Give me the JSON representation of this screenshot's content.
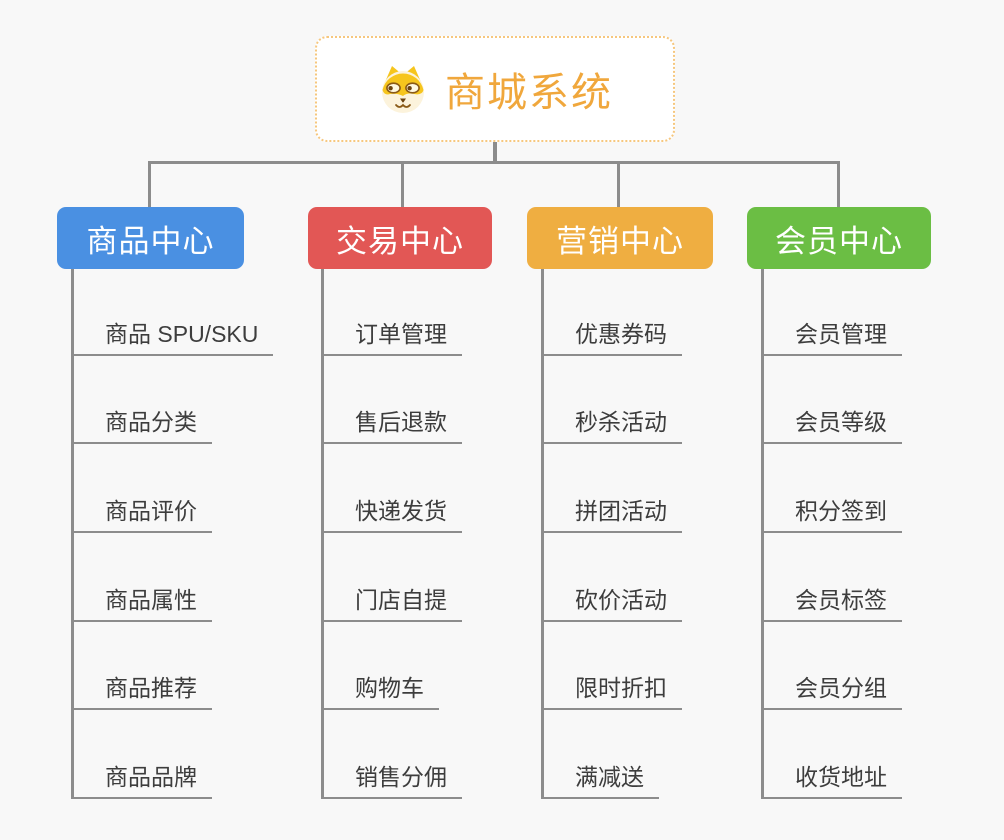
{
  "root": {
    "title": "商城系统",
    "icon": "dog-face-icon",
    "title_color": "#F0A73C",
    "border_color": "#F6C77E"
  },
  "branches": [
    {
      "label": "商品中心",
      "color": "#4A90E2",
      "items": [
        "商品 SPU/SKU",
        "商品分类",
        "商品评价",
        "商品属性",
        "商品推荐",
        "商品品牌"
      ]
    },
    {
      "label": "交易中心",
      "color": "#E25755",
      "items": [
        "订单管理",
        "售后退款",
        "快递发货",
        "门店自提",
        "购物车",
        "销售分佣"
      ]
    },
    {
      "label": "营销中心",
      "color": "#EFAE41",
      "items": [
        "优惠券码",
        "秒杀活动",
        "拼团活动",
        "砍价活动",
        "限时折扣",
        "满减送"
      ]
    },
    {
      "label": "会员中心",
      "color": "#6BBE44",
      "items": [
        "会员管理",
        "会员等级",
        "积分签到",
        "会员标签",
        "会员分组",
        "收货地址"
      ]
    }
  ],
  "colors": {
    "background": "#F8F8F8",
    "connector": "#8C8C8C",
    "item_text": "#3D3D3D",
    "branch_text": "#FFFFFF"
  }
}
